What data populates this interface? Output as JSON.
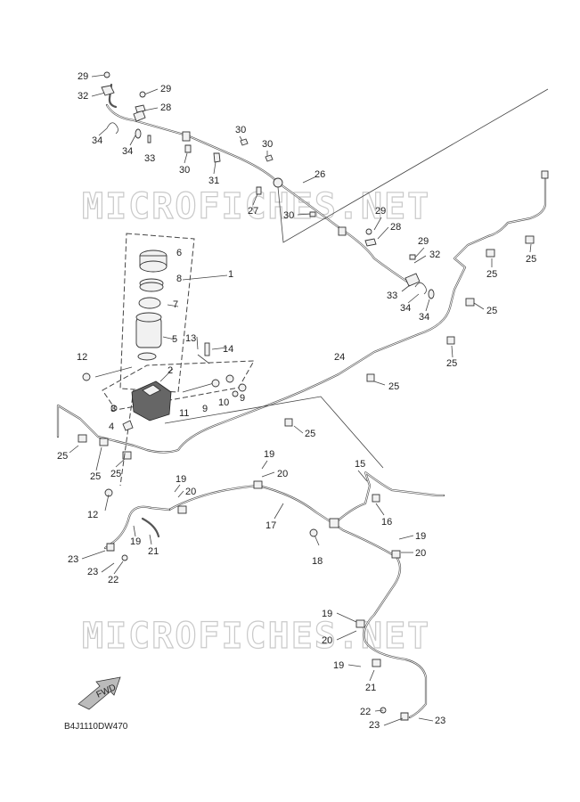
{
  "watermark": "MICROFICHES.NET",
  "diagram_code": "B4J1110DW470",
  "direction_label": "FWD",
  "callouts": [
    {
      "id": "c29a",
      "text": "29"
    },
    {
      "id": "c32a",
      "text": "32"
    },
    {
      "id": "c29b",
      "text": "29"
    },
    {
      "id": "c28a",
      "text": "28"
    },
    {
      "id": "c34a",
      "text": "34"
    },
    {
      "id": "c34b",
      "text": "34"
    },
    {
      "id": "c33a",
      "text": "33"
    },
    {
      "id": "c30a",
      "text": "30"
    },
    {
      "id": "c30b",
      "text": "30"
    },
    {
      "id": "c30c",
      "text": "30"
    },
    {
      "id": "c31",
      "text": "31"
    },
    {
      "id": "c27",
      "text": "27"
    },
    {
      "id": "c26",
      "text": "26"
    },
    {
      "id": "c30d",
      "text": "30"
    },
    {
      "id": "c29c",
      "text": "29"
    },
    {
      "id": "c28b",
      "text": "28"
    },
    {
      "id": "c29d",
      "text": "29"
    },
    {
      "id": "c32b",
      "text": "32"
    },
    {
      "id": "c33b",
      "text": "33"
    },
    {
      "id": "c34c",
      "text": "34"
    },
    {
      "id": "c34d",
      "text": "34"
    },
    {
      "id": "c25a",
      "text": "25"
    },
    {
      "id": "c25b",
      "text": "25"
    },
    {
      "id": "c25c",
      "text": "25"
    },
    {
      "id": "c25d",
      "text": "25"
    },
    {
      "id": "c6",
      "text": "6"
    },
    {
      "id": "c1",
      "text": "1"
    },
    {
      "id": "c8",
      "text": "8"
    },
    {
      "id": "c7",
      "text": "7"
    },
    {
      "id": "c5",
      "text": "5"
    },
    {
      "id": "c13",
      "text": "13"
    },
    {
      "id": "c14",
      "text": "14"
    },
    {
      "id": "c12a",
      "text": "12"
    },
    {
      "id": "c2",
      "text": "2"
    },
    {
      "id": "c24",
      "text": "24"
    },
    {
      "id": "c25e",
      "text": "25"
    },
    {
      "id": "c3",
      "text": "3"
    },
    {
      "id": "c11",
      "text": "11"
    },
    {
      "id": "c9a",
      "text": "9"
    },
    {
      "id": "c10",
      "text": "10"
    },
    {
      "id": "c9b",
      "text": "9"
    },
    {
      "id": "c4",
      "text": "4"
    },
    {
      "id": "c25f",
      "text": "25"
    },
    {
      "id": "c25g",
      "text": "25"
    },
    {
      "id": "c25h",
      "text": "25"
    },
    {
      "id": "c25i",
      "text": "25"
    },
    {
      "id": "c19a",
      "text": "19"
    },
    {
      "id": "c20a",
      "text": "20"
    },
    {
      "id": "c15",
      "text": "15"
    },
    {
      "id": "c19b",
      "text": "19"
    },
    {
      "id": "c20b",
      "text": "20"
    },
    {
      "id": "c12b",
      "text": "12"
    },
    {
      "id": "c16",
      "text": "16"
    },
    {
      "id": "c17",
      "text": "17"
    },
    {
      "id": "c19c",
      "text": "19"
    },
    {
      "id": "c21a",
      "text": "21"
    },
    {
      "id": "c23a",
      "text": "23"
    },
    {
      "id": "c18",
      "text": "18"
    },
    {
      "id": "c19d",
      "text": "19"
    },
    {
      "id": "c20c",
      "text": "20"
    },
    {
      "id": "c23b",
      "text": "23"
    },
    {
      "id": "c22a",
      "text": "22"
    },
    {
      "id": "c19e",
      "text": "19"
    },
    {
      "id": "c20d",
      "text": "20"
    },
    {
      "id": "c19f",
      "text": "19"
    },
    {
      "id": "c21b",
      "text": "21"
    },
    {
      "id": "c22b",
      "text": "22"
    },
    {
      "id": "c23c",
      "text": "23"
    },
    {
      "id": "c23d",
      "text": "23"
    }
  ]
}
